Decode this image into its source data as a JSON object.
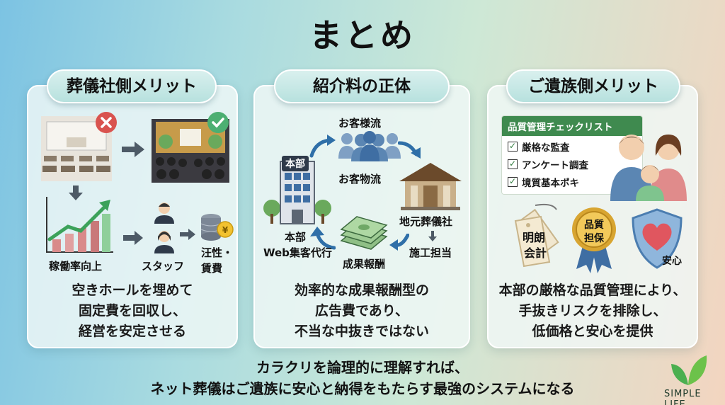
{
  "title": "まとめ",
  "panels": [
    {
      "heading": "葬儀社側メリット",
      "labels": {
        "occupancy": "稼働率向上",
        "staff": "スタッフ",
        "costs_line1": "汪性・",
        "costs_line2": "賃費"
      },
      "caption": [
        "空きホールを埋めて",
        "固定費を回収し、",
        "経営を安定させる"
      ]
    },
    {
      "heading": "紹介料の正体",
      "labels": {
        "hq_sign": "本部",
        "customer_flow": "お客様流",
        "goods_flow": "お客物流",
        "local_funeral": "地元葬儀社",
        "execution": "施工担当",
        "success_fee": "成果報酬",
        "hq_line1": "本部",
        "hq_line2": "Web集客代行"
      },
      "caption": [
        "効率的な成果報酬型の",
        "広告費であり、",
        "不当な中抜きではない"
      ]
    },
    {
      "heading": "ご遺族側メリット",
      "checklist": {
        "title": "品質管理チェックリスト",
        "items": [
          "厳格な監査",
          "アンケート調査",
          "境質基本ポキ"
        ]
      },
      "badges": {
        "tag_line1": "明朗",
        "tag_line2": "会計",
        "medal_line1": "品質",
        "medal_line2": "担保",
        "shield": "安心"
      },
      "caption": [
        "本部の厳格な品質管理により、",
        "手抜きリスクを排除し、",
        "低価格と安心を提供"
      ]
    }
  ],
  "footer": [
    "カラクリを論理的に理解すれば、",
    "ネット葬儀はご遺族に安心と納得をもたらす最強のシステムになる"
  ],
  "logo": {
    "text": "SIMPLE LIFE"
  },
  "colors": {
    "green": "#3f8a4f",
    "blue_arrow": "#2f6fa8",
    "red_x": "#d9534f",
    "check": "#4caf72"
  },
  "icons": [
    "empty-hall-icon",
    "x-mark-icon",
    "full-hall-icon",
    "check-mark-icon",
    "growth-chart-icon",
    "staff-icon",
    "coins-icon",
    "building-icon",
    "people-group-icon",
    "funeral-home-icon",
    "money-stack-icon",
    "family-icon",
    "price-tag-icon",
    "medal-icon",
    "shield-heart-icon",
    "leaf-logo-icon"
  ]
}
